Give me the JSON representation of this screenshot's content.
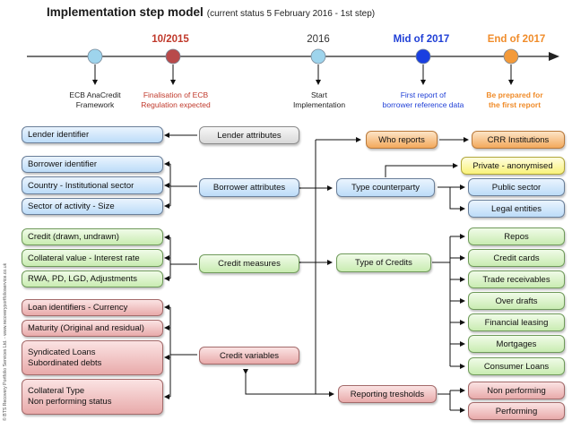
{
  "header": {
    "title": "Implementation step model",
    "subtitle": "(current status 5 February 2016 - 1st step)"
  },
  "copyright": "© BTS Recovery Portfolio Services Ltd. - www.recoveryportfolioservice.co.uk",
  "timeline": {
    "milestones": [
      {
        "label": "",
        "desc": "ECB AnaCredit\nFramework",
        "dot_color": "#9ed4ec",
        "label_color": "#333333",
        "desc_color": "#222222"
      },
      {
        "label": "10/2015",
        "desc": "Finalisation of ECB\nRegulation expected",
        "dot_color": "#b84a4a",
        "label_color": "#c0392b",
        "desc_color": "#c0392b"
      },
      {
        "label": "2016",
        "desc": "Start\nImplementation",
        "dot_color": "#9ed4ec",
        "label_color": "#333333",
        "desc_color": "#222222"
      },
      {
        "label": "Mid of 2017",
        "desc": "First report of\nborrower reference data",
        "dot_color": "#1a3fe0",
        "label_color": "#1f3fd6",
        "desc_color": "#1f3fd6"
      },
      {
        "label": "End of 2017",
        "desc": "Be prepared for\nthe first report",
        "dot_color": "#f39a3a",
        "label_color": "#f08c2a",
        "desc_color": "#f08c2a"
      }
    ]
  },
  "left_items": {
    "lender": [
      "Lender identifier"
    ],
    "borrower": [
      "Borrower identifier",
      "Country - Institutional sector",
      "Sector of activity - Size"
    ],
    "credit": [
      "Credit (drawn, undrawn)",
      "Collateral value - Interest rate",
      "RWA, PD, LGD, Adjustments"
    ],
    "variables": [
      [
        "Loan identifiers - Currency"
      ],
      [
        "Maturity (Original and residual)"
      ],
      [
        "Syndicated Loans",
        "Subordinated debts"
      ],
      [
        "Collateral Type",
        "Non performing status"
      ]
    ]
  },
  "categories": {
    "lender_attributes": "Lender attributes",
    "borrower_attributes": "Borrower attributes",
    "credit_measures": "Credit measures",
    "credit_variables": "Credit variables"
  },
  "dimensions": {
    "who_reports": "Who reports",
    "type_counterparty": "Type counterparty",
    "type_of_credits": "Type of Credits",
    "reporting_tresholds": "Reporting tresholds"
  },
  "outputs": {
    "who_reports": [
      "CRR Institutions"
    ],
    "type_counterparty": [
      "Private - anonymised",
      "Public sector",
      "Legal entities"
    ],
    "type_of_credits": [
      "Repos",
      "Credit cards",
      "Trade receivables",
      "Over drafts",
      "Financial leasing",
      "Mortgages",
      "Consumer Loans"
    ],
    "reporting_tresholds": [
      "Non performing",
      "Performing"
    ]
  }
}
